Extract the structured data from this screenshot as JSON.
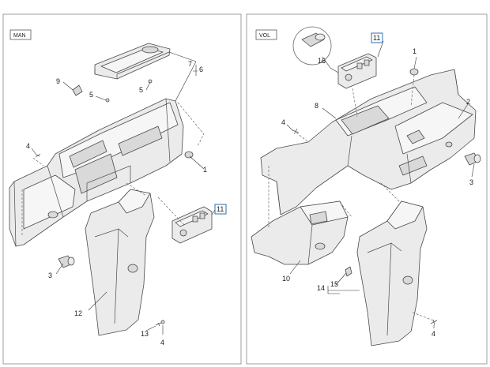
{
  "panels": {
    "left": {
      "tag": "MAN",
      "callouts": {
        "c1": "1",
        "c3": "3",
        "c4a": "4",
        "c4b": "4",
        "c5a": "5",
        "c5b": "5",
        "c6": "6",
        "c7": "7",
        "c9": "9",
        "c11": "11",
        "c12": "12",
        "c13": "13"
      }
    },
    "right": {
      "tag": "VOL",
      "callouts": {
        "c1": "1",
        "c2": "2",
        "c3": "3",
        "c4a": "4",
        "c4b": "4",
        "c8": "8",
        "c10": "10",
        "c11": "11",
        "c14": "14",
        "c15": "15",
        "c16": "16"
      }
    }
  },
  "colors": {
    "highlight_box": "#2a6fb0",
    "part_fill": "#ebebeb",
    "outline": "#4a4a4a"
  }
}
